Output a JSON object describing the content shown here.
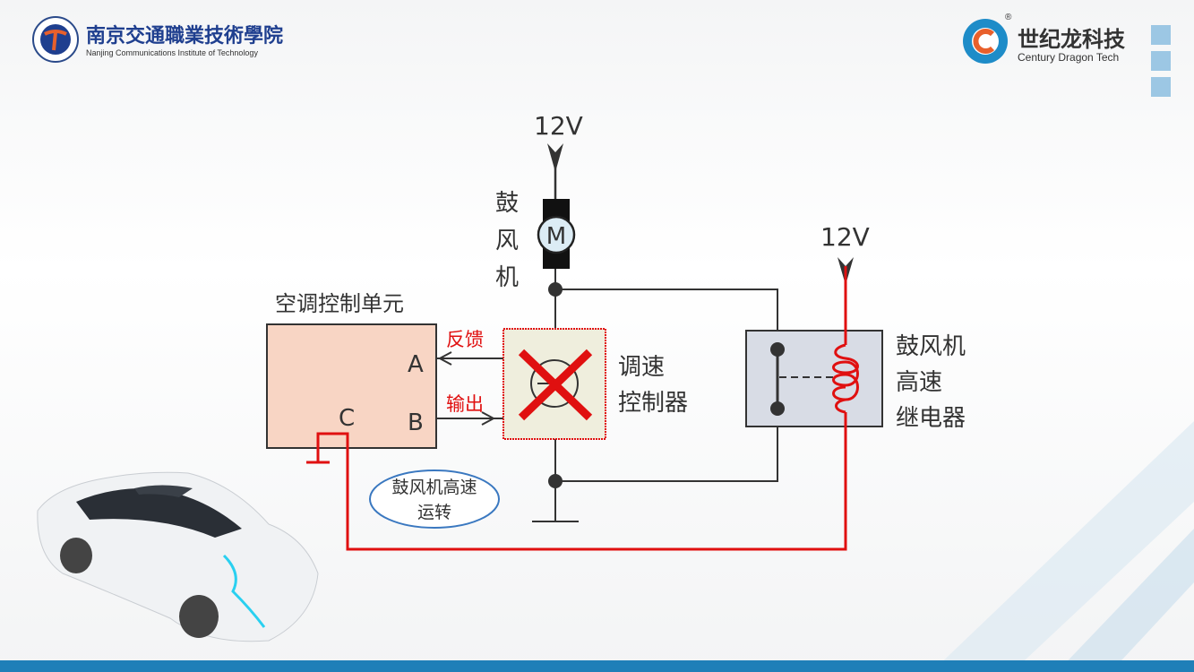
{
  "header": {
    "school_name_cn": "南京交通職業技術學院",
    "school_name_en": "Nanjing Communications Institute of Technology",
    "brand_cn": "世纪龙科技",
    "brand_en": "Century Dragon Tech",
    "registered_mark": "®"
  },
  "diagram": {
    "supply_top": "12V",
    "supply_relay": "12V",
    "blower_label": [
      "鼓",
      "风",
      "机"
    ],
    "motor_symbol": "M",
    "acu_title": "空调控制单元",
    "pin_a": "A",
    "pin_b": "B",
    "pin_c": "C",
    "feedback_label": "反馈",
    "output_label": "输出",
    "speed_controller_label": [
      "调速",
      "控制器"
    ],
    "relay_label": [
      "鼓风机",
      "高速",
      "继电器"
    ],
    "callout": [
      "鼓风机高速",
      "运转"
    ]
  },
  "colors": {
    "red": "#e01010",
    "wire": "#333333",
    "acu_fill": "#f8d5c4",
    "relay_fill": "#d8dce5",
    "accent_blue": "#1e8cc8"
  }
}
